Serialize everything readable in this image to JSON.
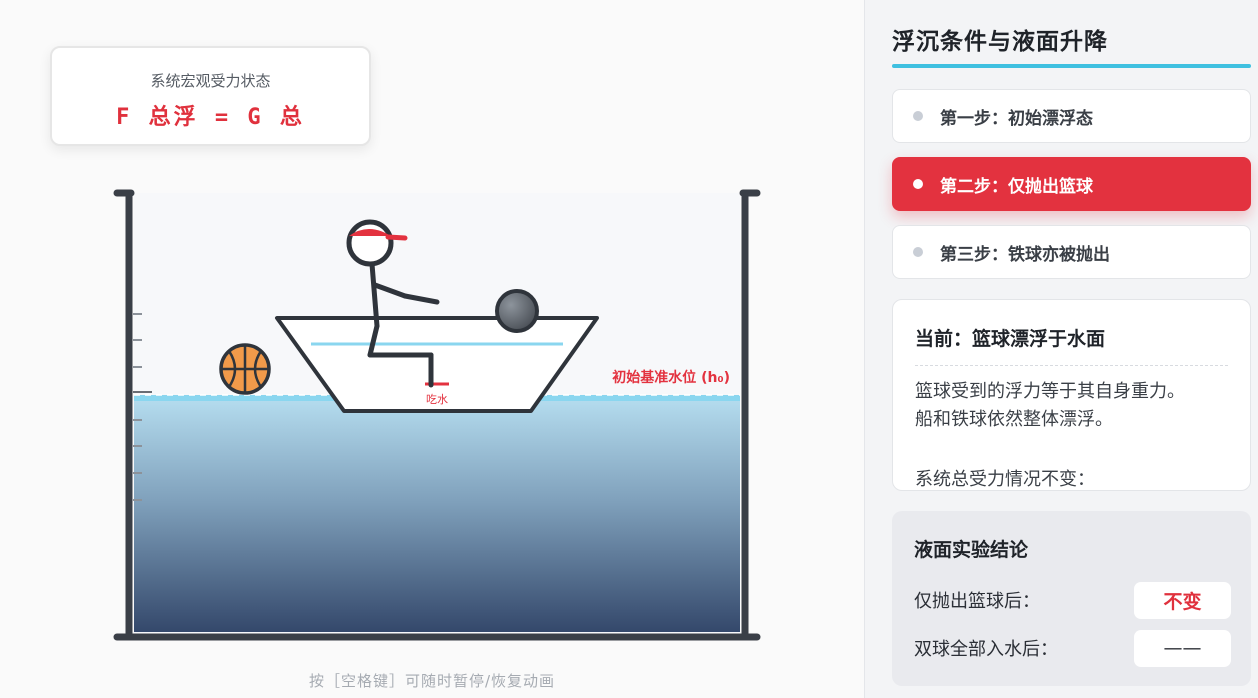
{
  "force_panel": {
    "title": "系统宏观受力状态",
    "equation": "F 总浮 = G 总"
  },
  "scene": {
    "waterline_label": "初始基准水位 (h₀)",
    "draft_label": "吃水"
  },
  "hint": "按［空格键］可随时暂停/恢复动画",
  "side_panel": {
    "title": "浮沉条件与液面升降",
    "steps": [
      {
        "label": "第一步：初始漂浮态",
        "active": false
      },
      {
        "label": "第二步：仅抛出篮球",
        "active": true
      },
      {
        "label": "第三步：铁球亦被抛出",
        "active": false
      }
    ],
    "description": {
      "heading": "当前：篮球漂浮于水面",
      "lines": [
        "篮球受到的浮力等于其自身重力。",
        "船和铁球依然整体漂浮。"
      ],
      "footer": "系统总受力情况不变："
    },
    "conclusion": {
      "title": "液面实验结论",
      "rows": [
        {
          "label": "仅抛出篮球后：",
          "value": "不变"
        },
        {
          "label": "双球全部入水后：",
          "value": "——"
        }
      ]
    }
  },
  "colors": {
    "accent_red": "#e3323f",
    "accent_cyan": "#3fc0e0",
    "water_top": "#a9d8ec",
    "water_bottom": "#3a4e72"
  }
}
